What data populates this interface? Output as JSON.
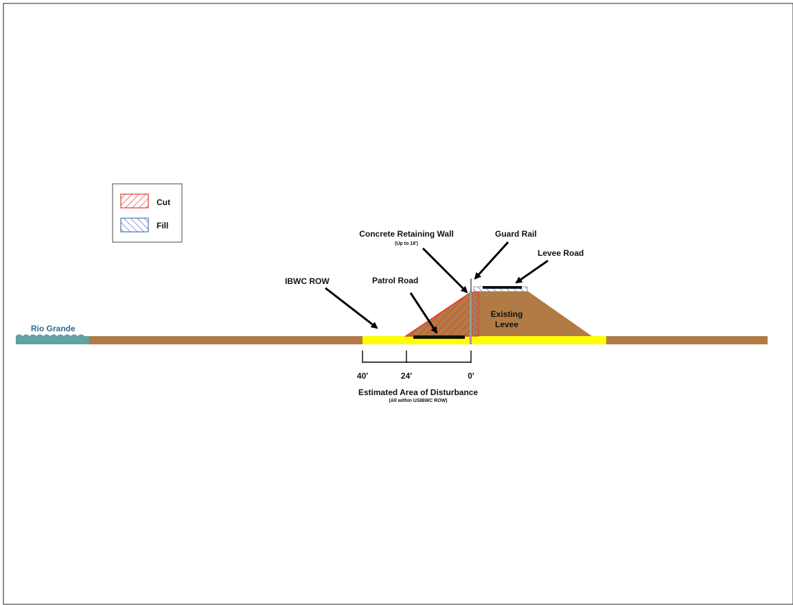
{
  "legend": {
    "items": [
      {
        "label": "Cut",
        "pattern": "cut-hatch"
      },
      {
        "label": "Fill",
        "pattern": "fill-hatch"
      }
    ]
  },
  "labels": {
    "rio_grande": "Rio Grande",
    "ibwc_row": "IBWC ROW",
    "patrol_road": "Patrol Road",
    "retaining_wall": "Concrete Retaining Wall",
    "retaining_wall_note": "(Up to 18')",
    "guard_rail": "Guard Rail",
    "levee_road": "Levee Road",
    "existing_levee_line1": "Existing",
    "existing_levee_line2": "Levee"
  },
  "dimensions": {
    "ticks": [
      "40'",
      "24'",
      "0'"
    ],
    "title": "Estimated Area of Disturbance",
    "note": "(All within USIBWC ROW)"
  },
  "colors": {
    "ground": "#b07b44",
    "levee": "#b07b44",
    "row_band": "#ffff00",
    "cut_hatch": "#e8382e",
    "fill_hatch": "#4a72b8",
    "river": "#5fa3a3",
    "river_label": "#2f6a8c",
    "wall": "#b0b0b0"
  }
}
